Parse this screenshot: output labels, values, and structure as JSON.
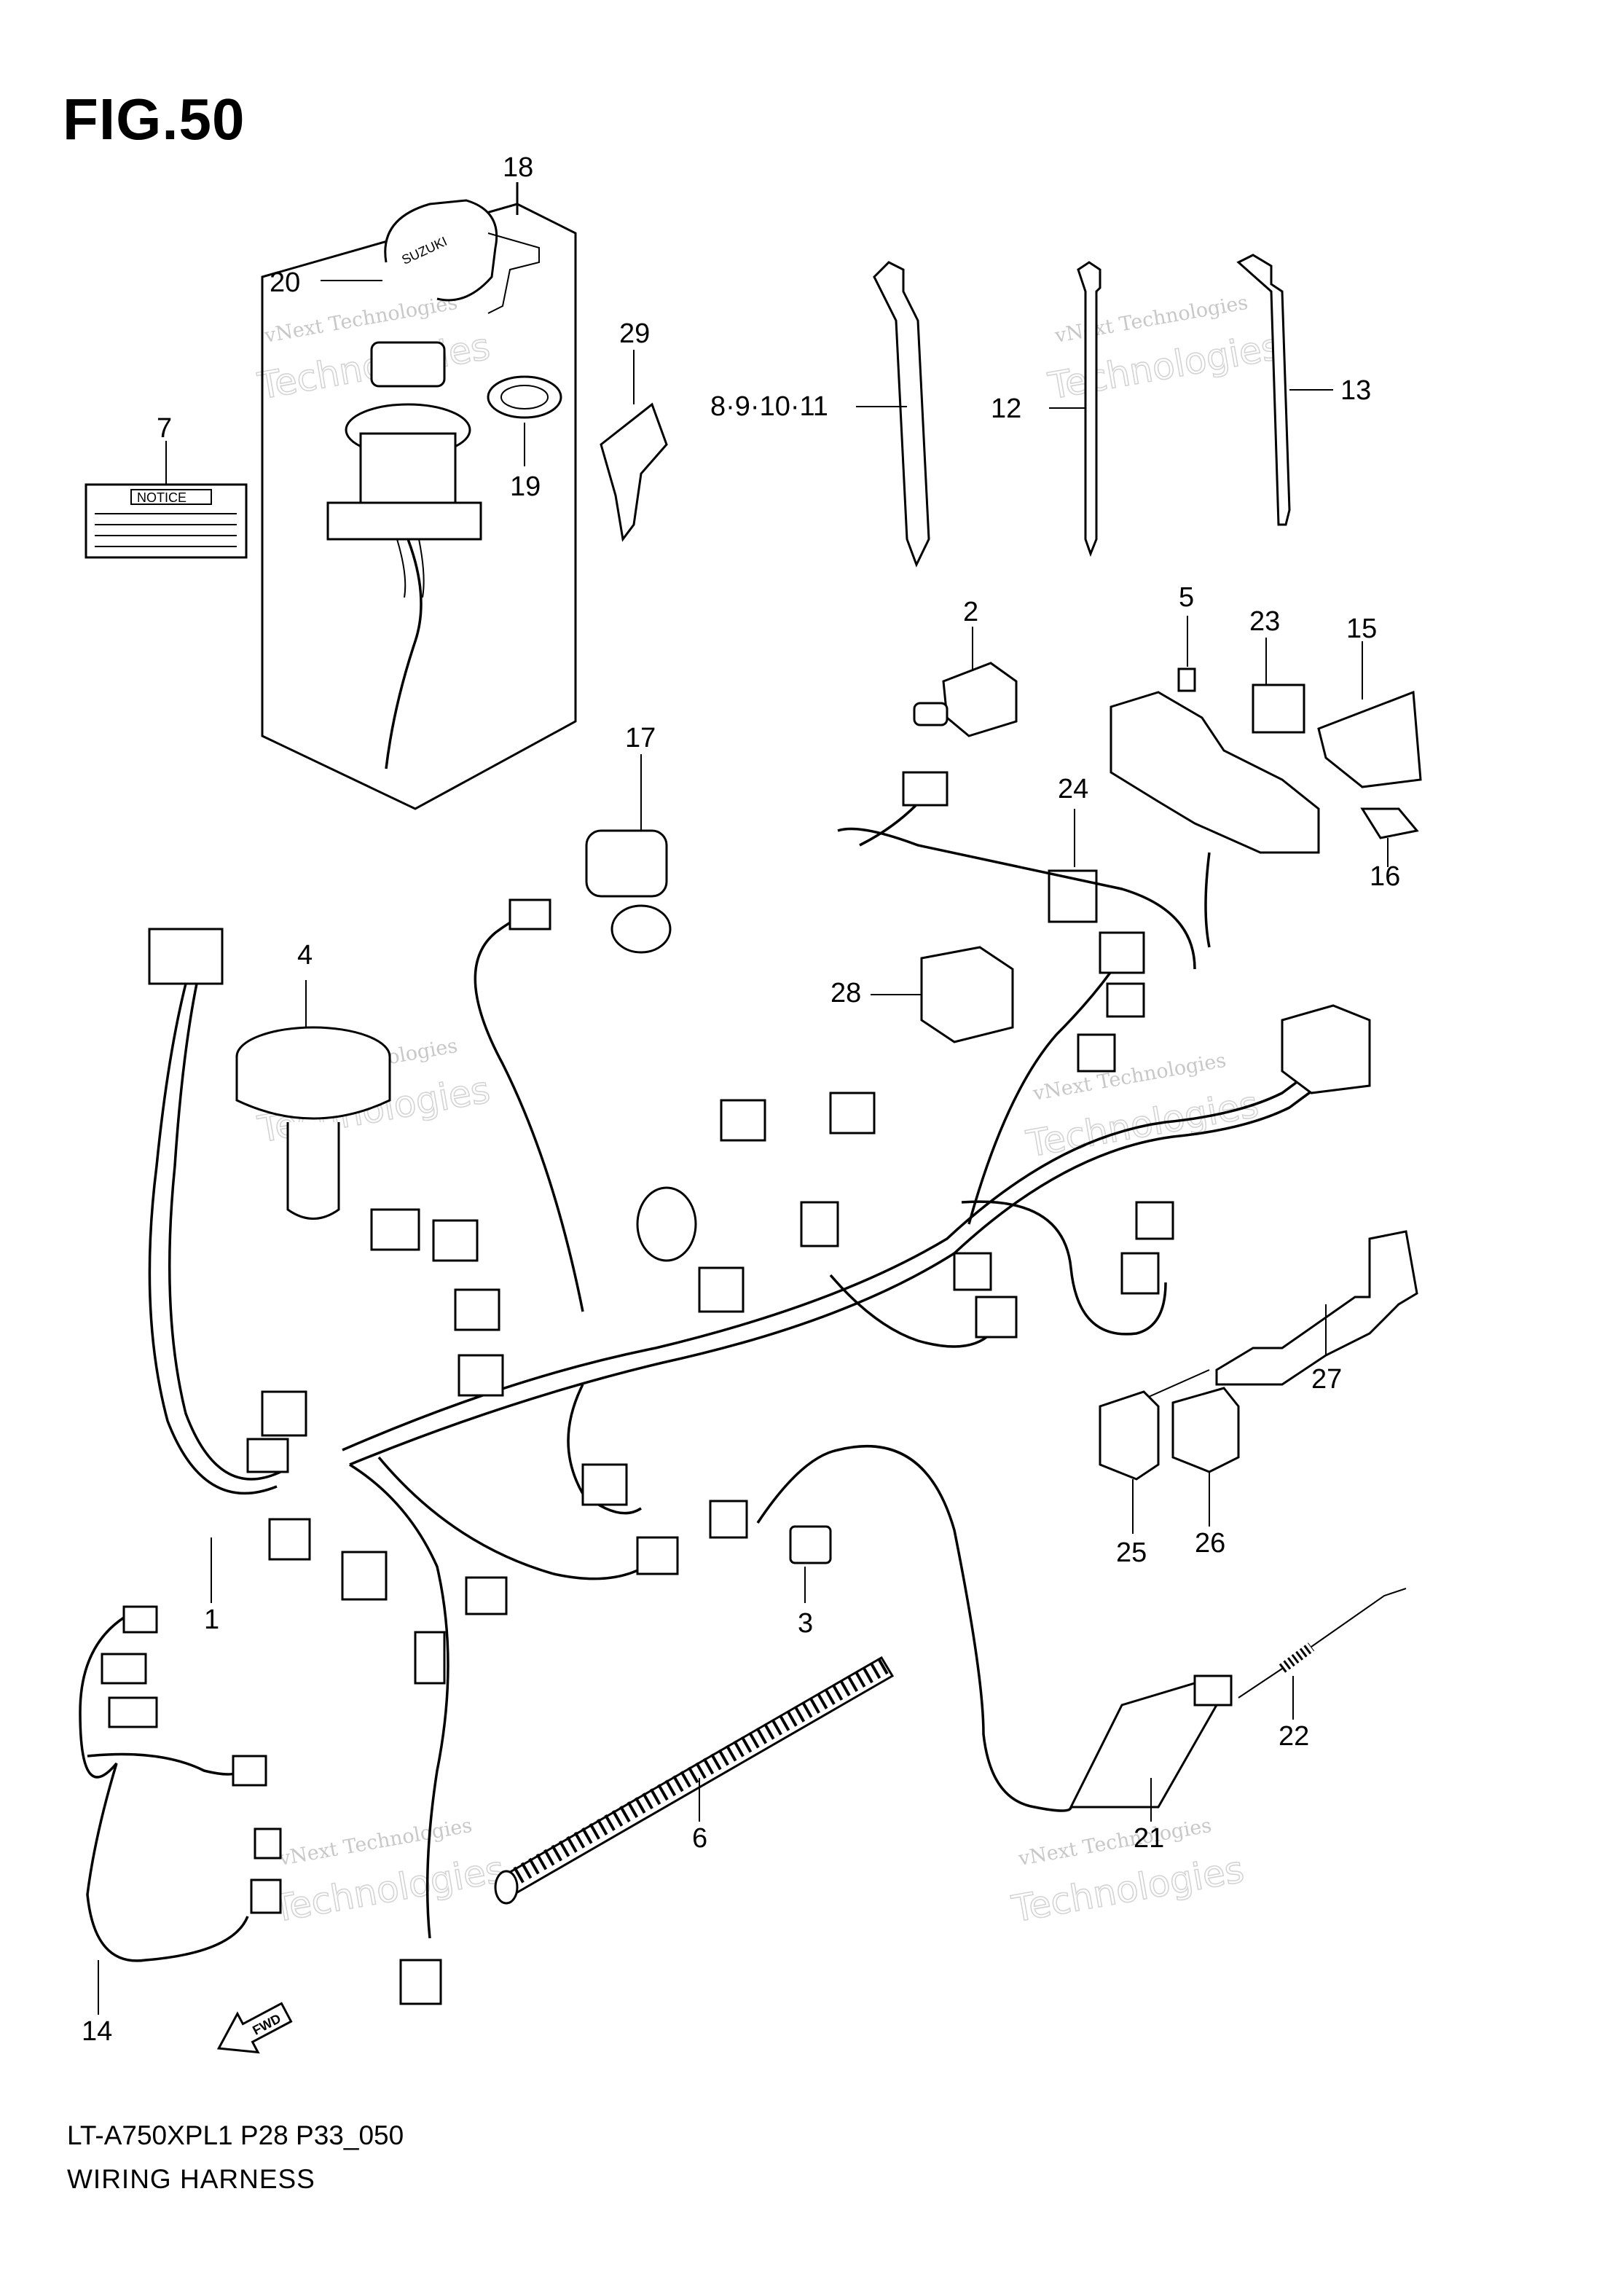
{
  "figure": {
    "title": "FIG.50",
    "model_code": "LT-A750XPL1  P28  P33_050",
    "diagram_name": "WIRING HARNESS"
  },
  "callouts": [
    "1",
    "2",
    "3",
    "4",
    "5",
    "6",
    "7",
    "8·9·10·11",
    "12",
    "13",
    "14",
    "15",
    "16",
    "17",
    "18",
    "19",
    "20",
    "21",
    "22",
    "23",
    "24",
    "25",
    "26",
    "27",
    "28",
    "29"
  ],
  "labels": {
    "notice": "NOTICE",
    "fwd": "FWD",
    "key_brand": "SUZUKI"
  },
  "watermark": {
    "line1": "vNext Technologies",
    "line2": "Technologies"
  }
}
